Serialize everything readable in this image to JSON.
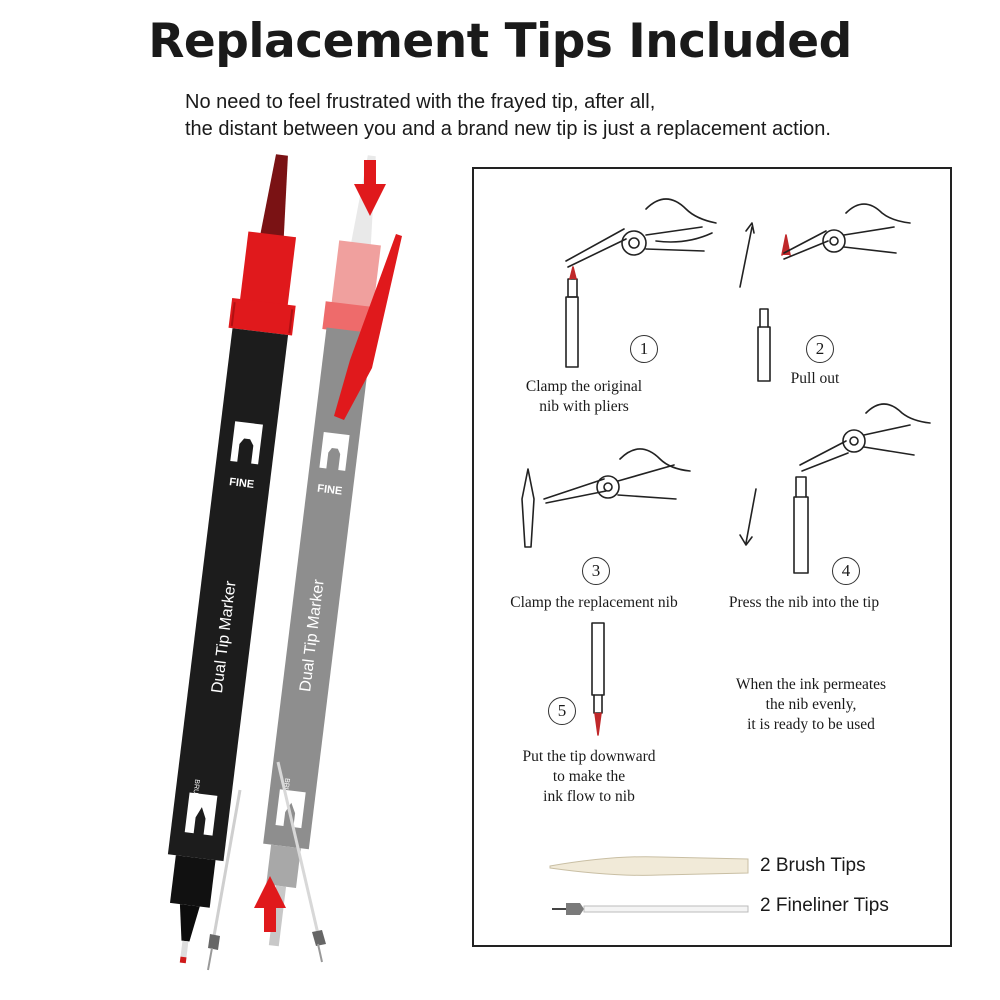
{
  "title": "Replacement Tips Included",
  "subtitle_lines": [
    "No need to feel frustrated with the frayed tip, after all,",
    "the distant between you and a brand new tip is just a replacement action."
  ],
  "pens": {
    "fine_label": "FINE",
    "brand_label": "Dual Tip Marker",
    "brush_label": "BRUSH",
    "colors": {
      "body_dark": "#1c1c1c",
      "body_gray": "#8e8e8e",
      "accent_red": "#e0191c"
    }
  },
  "steps": [
    {
      "number": "1",
      "caption_lines": [
        "Clamp the original",
        "nib with pliers"
      ]
    },
    {
      "number": "2",
      "caption_lines": [
        "Pull out"
      ]
    },
    {
      "number": "3",
      "caption_lines": [
        "Clamp the replacement nib"
      ]
    },
    {
      "number": "4",
      "caption_lines": [
        "Press the nib into the tip"
      ]
    },
    {
      "number": "5",
      "caption_lines": [
        "Put the tip downward",
        "to make the",
        "ink flow to nib"
      ]
    }
  ],
  "note_lines": [
    "When the ink permeates",
    "the nib evenly,",
    "it is ready to be used"
  ],
  "included_tips": [
    {
      "label": "2 Brush Tips"
    },
    {
      "label": "2 Fineliner Tips"
    }
  ]
}
